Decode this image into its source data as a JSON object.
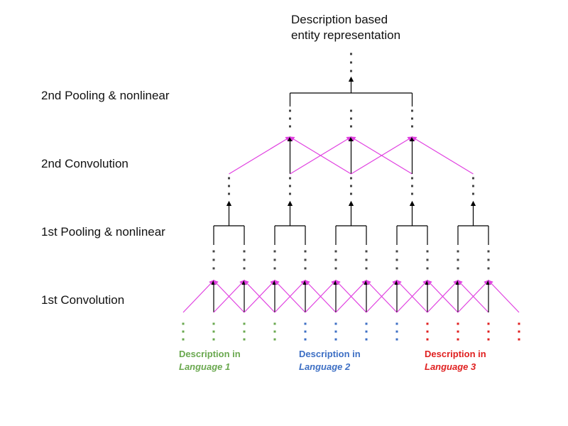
{
  "title": {
    "line1": "Description based",
    "line2": "entity representation"
  },
  "layers": [
    "2nd Pooling & nonlinear",
    "2nd Convolution",
    "1st Pooling & nonlinear",
    "1st Convolution"
  ],
  "languages": [
    {
      "line1": "Description in",
      "line2": "Language 1",
      "color": "#6aa84f"
    },
    {
      "line1": "Description in",
      "line2": "Language 2",
      "color": "#3d6fc4"
    },
    {
      "line1": "Description in",
      "line2": "Language 3",
      "color": "#e02020"
    }
  ],
  "colors": {
    "convolution": "#e040e0",
    "pooling": "#000000",
    "hidden_dots": "#444444"
  }
}
